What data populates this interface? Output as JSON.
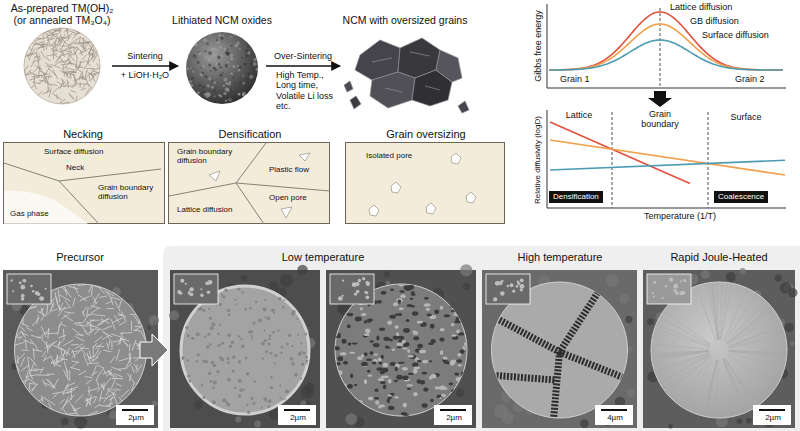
{
  "diagram": {
    "nodes": [
      {
        "text": [
          "Necking",
          "Surface diffusion",
          "Neck",
          "Grain boundary diffusion",
          "Gas phase"
        ]
      },
      {
        "text": [
          "Densification",
          "Grain boundary diffusion",
          "Plastic flow",
          "Open pore",
          "Lattice diffusion"
        ]
      },
      {
        "text": [
          "Grain oversizing",
          "Isolated pore"
        ]
      },
      {
        "text": [
          "Densification"
        ]
      },
      {
        "text": [
          "Coalescence"
        ]
      }
    ],
    "labels": [
      "As-prepared TM(OH)₂ (or annealed TM₃O₄)",
      "Sintering",
      "+ LiOH·H₂O",
      "Lithiated NCM oxides",
      "NCM with oversized grains",
      "Over-Sintering",
      "High Temp., Long time, Volatile Li loss etc.",
      "Gibbs free energy",
      "Lattice diffusion",
      "GB diffusion",
      "Surface diffusion",
      "Grain 1",
      "Grain 2",
      "Relative diffusivity (logD)",
      "Lattice",
      "Grain boundary",
      "Surface",
      "Temperature (1/T)",
      "Precursor",
      "Low temperature",
      "High temperature",
      "Rapid Joule-Heated",
      "2µm",
      "2µm",
      "2µm",
      "4µm",
      "2µm"
    ]
  }
}
